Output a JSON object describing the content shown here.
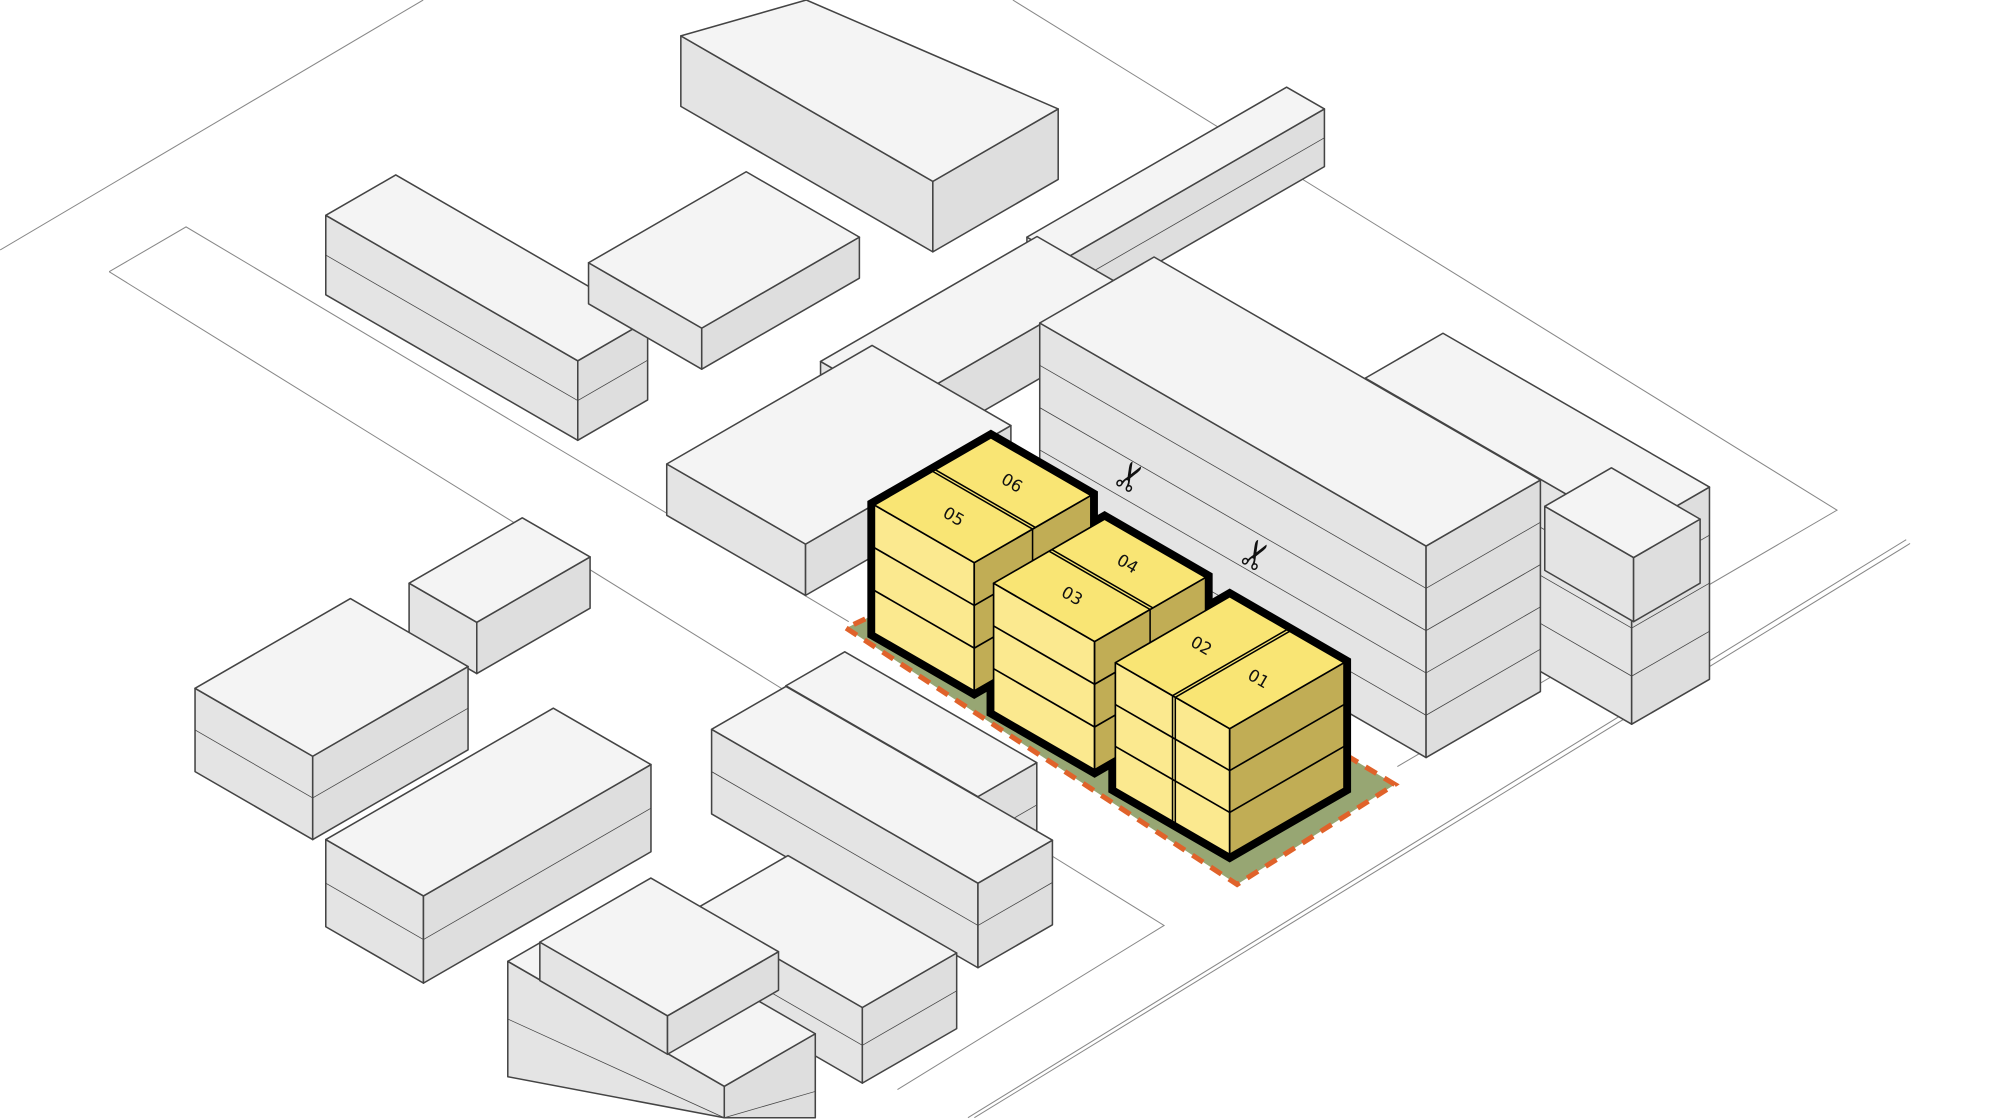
{
  "diagram": {
    "type": "axonometric-massing",
    "units": [
      {
        "label": "01"
      },
      {
        "label": "02"
      },
      {
        "label": "03"
      },
      {
        "label": "04"
      },
      {
        "label": "05"
      },
      {
        "label": "06"
      }
    ],
    "icons": {
      "cut_marker": "scissors-icon",
      "cut_glyph": "✂"
    },
    "colors": {
      "context_top": "#f4f4f4",
      "context_side_left": "#e4e4e4",
      "context_side_right": "#dedede",
      "context_stroke": "#444444",
      "unit_top": "#f9e574",
      "unit_side_left": "#fbe98f",
      "unit_side_right": "#c1ad55",
      "outline": "#000000",
      "site_fill": "#97a673",
      "site_boundary": "#e0622a",
      "parcel_lines": "#888888"
    }
  }
}
